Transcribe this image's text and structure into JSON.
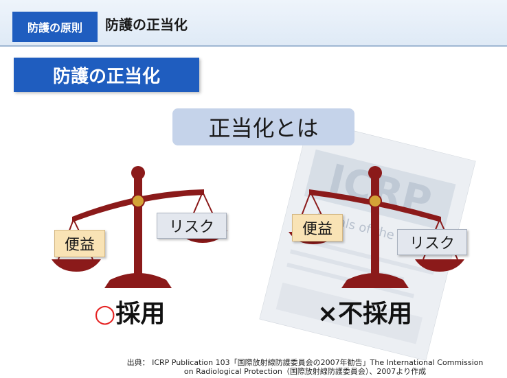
{
  "header": {
    "tag": "防護の原則",
    "title": "防護の正当化"
  },
  "section_title": "防護の正当化",
  "question": "正当化とは",
  "scales": {
    "left": {
      "benefit_label": "便益",
      "risk_label": "リスク",
      "verdict_mark": "○",
      "verdict_text": "採用"
    },
    "right": {
      "benefit_label": "便益",
      "risk_label": "リスク",
      "verdict_mark": "×",
      "verdict_text": "不採用"
    }
  },
  "document_cover": {
    "logo_text": "ICRP",
    "subtitle": "Annals of the ICRP"
  },
  "caption": {
    "line1": "出典： ICRP Publication 103「国際放射線防護委員会の2007年勧告」The International  Commission",
    "line2": "on Radiological Protection（国際放射線防護委員会）、2007より作成"
  },
  "colors": {
    "accent_blue": "#1f5dbf",
    "scale_red": "#8b1a1a",
    "scale_gold": "#d4a437",
    "circle_red": "#e52222"
  }
}
